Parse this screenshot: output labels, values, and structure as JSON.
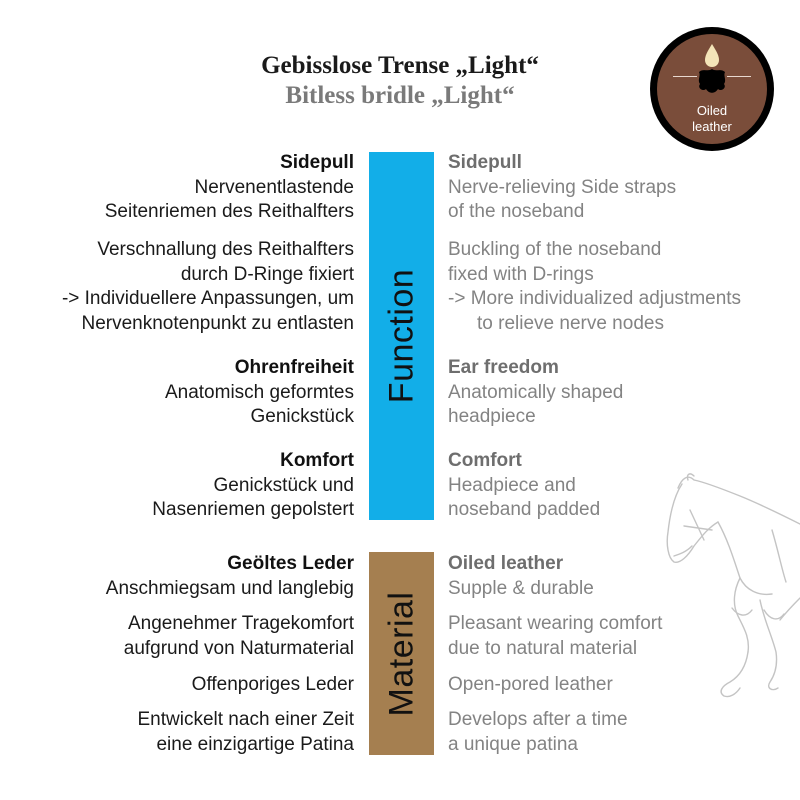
{
  "title": {
    "de": "Gebisslose Trense „Light“",
    "en": "Bitless bridle „Light“"
  },
  "badge": {
    "line1": "Oiled",
    "line2": "leather",
    "icon": "oiled-leather-icon",
    "color": "#7a4d3a"
  },
  "function": {
    "label": "Function",
    "color": "#12aee8",
    "de": {
      "sidepull": {
        "head": "Sidepull",
        "l1": "Nervenentlastende",
        "l2": "Seitenriemen des Reithalfters"
      },
      "buckling": {
        "l1": "Verschnallung des Reithalfters",
        "l2": "durch D-Ringe fixiert",
        "l3": "-> Individuellere Anpassungen, um",
        "l4": "Nervenknotenpunkt zu entlasten"
      },
      "ear": {
        "head": "Ohrenfreiheit",
        "l1": "Anatomisch geformtes",
        "l2": "Genickstück"
      },
      "comfort": {
        "head": "Komfort",
        "l1": "Genickstück und",
        "l2": "Nasenriemen gepolstert"
      }
    },
    "en": {
      "sidepull": {
        "head": "Sidepull",
        "l1": "Nerve-relieving Side straps",
        "l2": "of the noseband"
      },
      "buckling": {
        "l1": "Buckling of the noseband",
        "l2": "fixed with D-rings",
        "l3": "-> More individualized adjustments",
        "l4": "to relieve nerve nodes"
      },
      "ear": {
        "head": "Ear freedom",
        "l1": "Anatomically shaped",
        "l2": "headpiece"
      },
      "comfort": {
        "head": "Comfort",
        "l1": "Headpiece and",
        "l2": "noseband padded"
      }
    }
  },
  "material": {
    "label": "Material",
    "color": "#a57f50",
    "de": {
      "leather": {
        "head": "Geöltes Leder",
        "l1": "Anschmiegsam und langlebig"
      },
      "wearing": {
        "l1": "Angenehmer Tragekomfort",
        "l2": "aufgrund von Naturmaterial"
      },
      "pores": {
        "l1": "Offenporiges Leder"
      },
      "patina": {
        "l1": "Entwickelt nach einer Zeit",
        "l2": "eine einzigartige Patina"
      }
    },
    "en": {
      "leather": {
        "head": "Oiled leather",
        "l1": "Supple & durable"
      },
      "wearing": {
        "l1": "Pleasant wearing comfort",
        "l2": "due to natural material"
      },
      "pores": {
        "l1": "Open-pored leather"
      },
      "patina": {
        "l1": "Develops after a time",
        "l2": "a unique patina"
      }
    }
  },
  "illustration": {
    "icon": "horse-sketch-icon"
  }
}
